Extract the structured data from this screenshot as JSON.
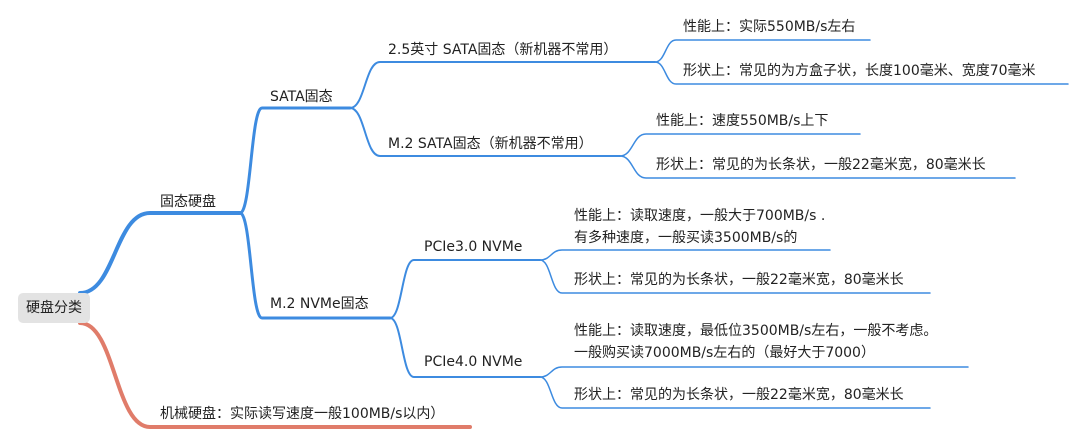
{
  "colors": {
    "ssd_branch": "#3d8be0",
    "hdd_branch": "#e07c6a",
    "root_fill": "#e3e3e3",
    "text": "#222222"
  },
  "mindmap": {
    "root": "硬盘分类",
    "ssd": {
      "label": "固态硬盘",
      "sata": {
        "label": "SATA固态",
        "form_25": {
          "label": "2.5英寸 SATA固态（新机器不常用）",
          "performance": "性能上：实际550MB/s左右",
          "shape": "形状上：常见的为方盒子状，长度100毫米、宽度70毫米"
        },
        "m2_sata": {
          "label": "M.2 SATA固态（新机器不常用）",
          "performance": "性能上：速度550MB/s上下",
          "shape": "形状上：常见的为长条状，一般22毫米宽，80毫米长"
        }
      },
      "nvme": {
        "label": "M.2 NVMe固态",
        "pcie3": {
          "label": "PCIe3.0 NVMe",
          "performance": "性能上：读取速度，一般大于700MB/s .\n有多种速度，一般买读3500MB/s的",
          "shape": "形状上：常见的为长条状，一般22毫米宽，80毫米长"
        },
        "pcie4": {
          "label": "PCIe4.0 NVMe",
          "performance": "性能上：读取速度，最低位3500MB/s左右，一般不考虑。\n一般购买读7000MB/s左右的（最好大于7000）",
          "shape": "形状上：常见的为长条状，一般22毫米宽，80毫米长"
        }
      }
    },
    "hdd": {
      "label": "机械硬盘：实际读写速度一般100MB/s以内）"
    }
  }
}
